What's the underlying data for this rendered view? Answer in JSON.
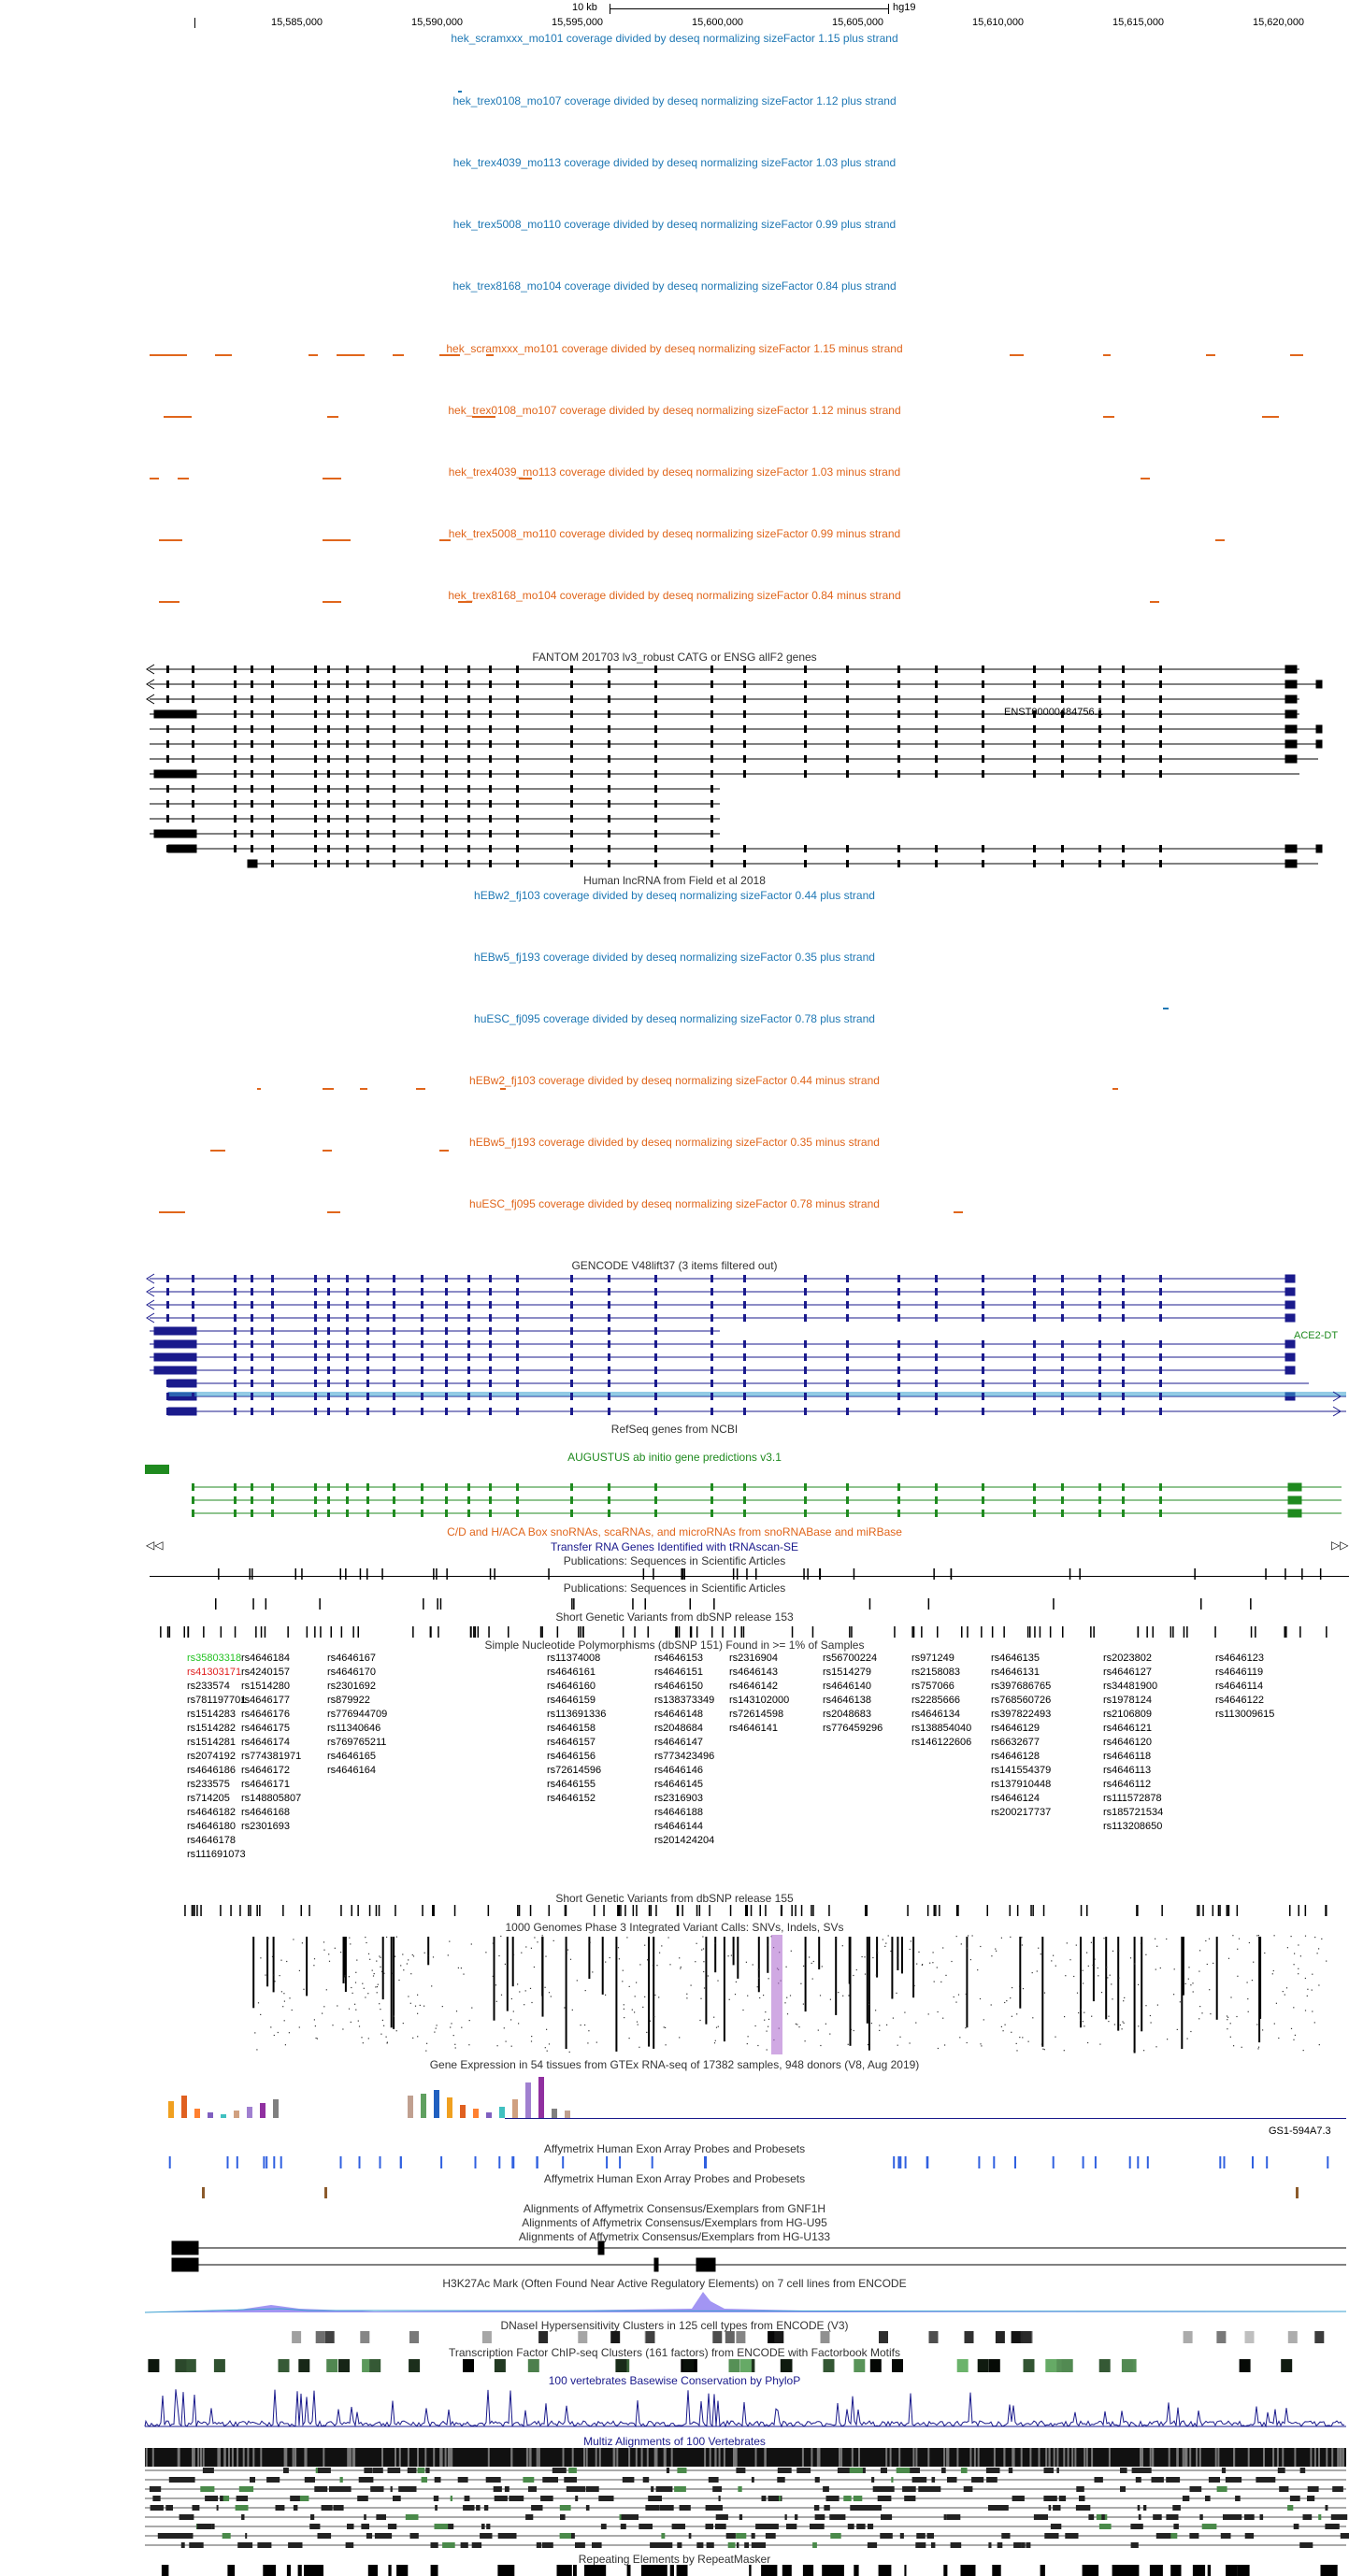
{
  "ruler": {
    "scale_label": "10 kb",
    "assembly": "hg19",
    "ticks": [
      "15,585,000",
      "15,590,000",
      "15,595,000",
      "15,600,000",
      "15,605,000",
      "15,610,000",
      "15,615,000",
      "15,620,000"
    ]
  },
  "tracks": {
    "plus": [
      "hek_scramxxx_mo101 coverage divided by deseq normalizing sizeFactor 1.15 plus strand",
      "hek_trex0108_mo107 coverage divided by deseq normalizing sizeFactor 1.12 plus strand",
      "hek_trex4039_mo113 coverage divided by deseq normalizing sizeFactor 1.03 plus strand",
      "hek_trex5008_mo110 coverage divided by deseq normalizing sizeFactor 0.99 plus strand",
      "hek_trex8168_mo104 coverage divided by deseq normalizing sizeFactor 0.84 plus strand"
    ],
    "minus": [
      "hek_scramxxx_mo101 coverage divided by deseq normalizing sizeFactor 1.15 minus strand",
      "hek_trex0108_mo107 coverage divided by deseq normalizing sizeFactor 1.12 minus strand",
      "hek_trex4039_mo113 coverage divided by deseq normalizing sizeFactor 1.03 minus strand",
      "hek_trex5008_mo110 coverage divided by deseq normalizing sizeFactor 0.99 minus strand",
      "hek_trex8168_mo104 coverage divided by deseq normalizing sizeFactor 0.84 minus strand"
    ],
    "fantom": "FANTOM 201703 lv3_robust CATG or ENSG allF2 genes",
    "fantom_label": "ENST00000484756.1",
    "lncrna": "Human lncRNA from Field et al 2018",
    "hebw_plus": [
      "hEBw2_fj103 coverage divided by deseq normalizing sizeFactor 0.44 plus strand",
      "hEBw5_fj193 coverage divided by deseq normalizing sizeFactor 0.35 plus strand",
      "huESC_fj095 coverage divided by deseq normalizing sizeFactor 0.78 plus strand"
    ],
    "hebw_minus": [
      "hEBw2_fj103 coverage divided by deseq normalizing sizeFactor 0.44 minus strand",
      "hEBw5_fj193 coverage divided by deseq normalizing sizeFactor 0.35 minus strand",
      "huESC_fj095 coverage divided by deseq normalizing sizeFactor 0.78 minus strand"
    ],
    "gencode": "GENCODE V48lift37 (3 items filtered out)",
    "gencode_label": "ACE2-DT",
    "refseq": "RefSeq genes from NCBI",
    "augustus": "AUGUSTUS ab initio gene predictions v3.1",
    "snorna": "C/D and H/ACA Box snoRNAs, scaRNAs, and microRNAs from snoRNABase and miRBase",
    "trna": "Transfer RNA Genes Identified with tRNAscan-SE",
    "pubs1": "Publications: Sequences in Scientific Articles",
    "pubs2": "Publications: Sequences in Scientific Articles",
    "dbsnp153": "Short Genetic Variants from dbSNP release 153",
    "snp151": "Simple Nucleotide Polymorphisms (dbSNP 151) Found in >= 1% of Samples",
    "dbsnp155": "Short Genetic Variants from dbSNP release 155",
    "kg": "1000 Genomes Phase 3 Integrated Variant Calls: SNVs, Indels, SVs",
    "gtex": "Gene Expression in 54 tissues from GTEx RNA-seq of 17382 samples, 948 donors (V8, Aug 2019)",
    "gtex_label": "GS1-594A7.3",
    "affy1": "Affymetrix Human Exon Array Probes and Probesets",
    "affy2": "Affymetrix Human Exon Array Probes and Probesets",
    "gnf": "Alignments of Affymetrix Consensus/Exemplars from GNF1H",
    "u95": "Alignments of Affymetrix Consensus/Exemplars from HG-U95",
    "u133": "Alignments of Affymetrix Consensus/Exemplars from HG-U133",
    "h3k27": "H3K27Ac Mark (Often Found Near Active Regulatory Elements) on 7 cell lines from ENCODE",
    "dnase": "DNaseI Hypersensitivity Clusters in 125 cell types from ENCODE (V3)",
    "tfbs": "Transcription Factor ChIP-seq Clusters (161 factors) from ENCODE with Factorbook Motifs",
    "phylop": "100 vertebrates Basewise Conservation by PhyloP",
    "multiz": "Multiz Alignments of 100 Vertebrates",
    "rmsk": "Repeating Elements by RepeatMasker"
  },
  "snps": {
    "col_a": [
      "rs35803318",
      "rs41303171",
      "rs233574",
      "rs781197701",
      "rs1514283",
      "rs1514282",
      "rs1514281",
      "rs2074192",
      "rs4646186",
      "rs233575",
      "rs714205",
      "rs4646182",
      "rs4646180",
      "rs4646178",
      "rs111691073"
    ],
    "col_b": [
      "rs4646184",
      "rs4240157",
      "rs1514280",
      "rs4646177",
      "rs4646176",
      "rs4646175",
      "rs4646174",
      "rs774381971",
      "rs4646172",
      "rs4646171",
      "rs148805807",
      "rs4646168",
      "rs2301693"
    ],
    "col_c": [
      "rs4646167",
      "rs4646170",
      "rs2301692",
      "rs879922",
      "rs776944709",
      "rs11340646",
      "rs769765211",
      "rs4646165",
      "rs4646164"
    ],
    "col_d": [
      "rs11374008",
      "rs4646161",
      "rs4646160",
      "rs4646159",
      "rs113691336",
      "rs4646158",
      "rs4646157",
      "rs4646156",
      "rs72614596",
      "rs4646155",
      "rs4646152"
    ],
    "col_e": [
      "rs4646153",
      "rs4646151",
      "rs4646150",
      "rs138373349",
      "rs4646148",
      "rs2048684",
      "rs4646147",
      "rs773423496",
      "rs4646146",
      "rs4646145",
      "rs2316903",
      "rs4646188",
      "rs4646144",
      "rs201424204"
    ],
    "col_f": [
      "rs2316904",
      "rs4646143",
      "rs4646142",
      "rs143102000",
      "rs72614598",
      "rs4646141"
    ],
    "col_g": [
      "rs56700224",
      "rs1514279",
      "rs4646140",
      "rs4646138",
      "rs2048683",
      "rs776459296"
    ],
    "col_h": [
      "rs971249",
      "rs2158083",
      "rs757066",
      "rs2285666",
      "rs4646134",
      "rs138854040",
      "rs146122606"
    ],
    "col_i": [
      "rs4646135",
      "rs4646131",
      "rs397686765",
      "rs768560726",
      "rs397822493",
      "rs4646129",
      "rs6632677",
      "rs4646128",
      "rs141554379",
      "rs137910448",
      "rs4646124",
      "rs200217737"
    ],
    "col_j": [
      "rs2023802",
      "rs4646127",
      "rs34481900",
      "rs1978124",
      "rs2106809",
      "rs4646121",
      "rs4646120",
      "rs4646118",
      "rs4646113",
      "rs4646112",
      "rs111572878",
      "rs185721534",
      "rs113208650"
    ],
    "col_k": [
      "rs4646123",
      "rs4646119",
      "rs4646114",
      "rs4646122",
      "rs113009615"
    ]
  },
  "colors": {
    "plus": "#1f78b4",
    "minus": "#e0661c",
    "gencode": "#1a1a8c",
    "augustus": "#1f8a1f",
    "snp_green": "#22c222",
    "snp_red": "#e02020",
    "phylop": "#1a1a8c",
    "h3k27": "#7b68ee"
  }
}
